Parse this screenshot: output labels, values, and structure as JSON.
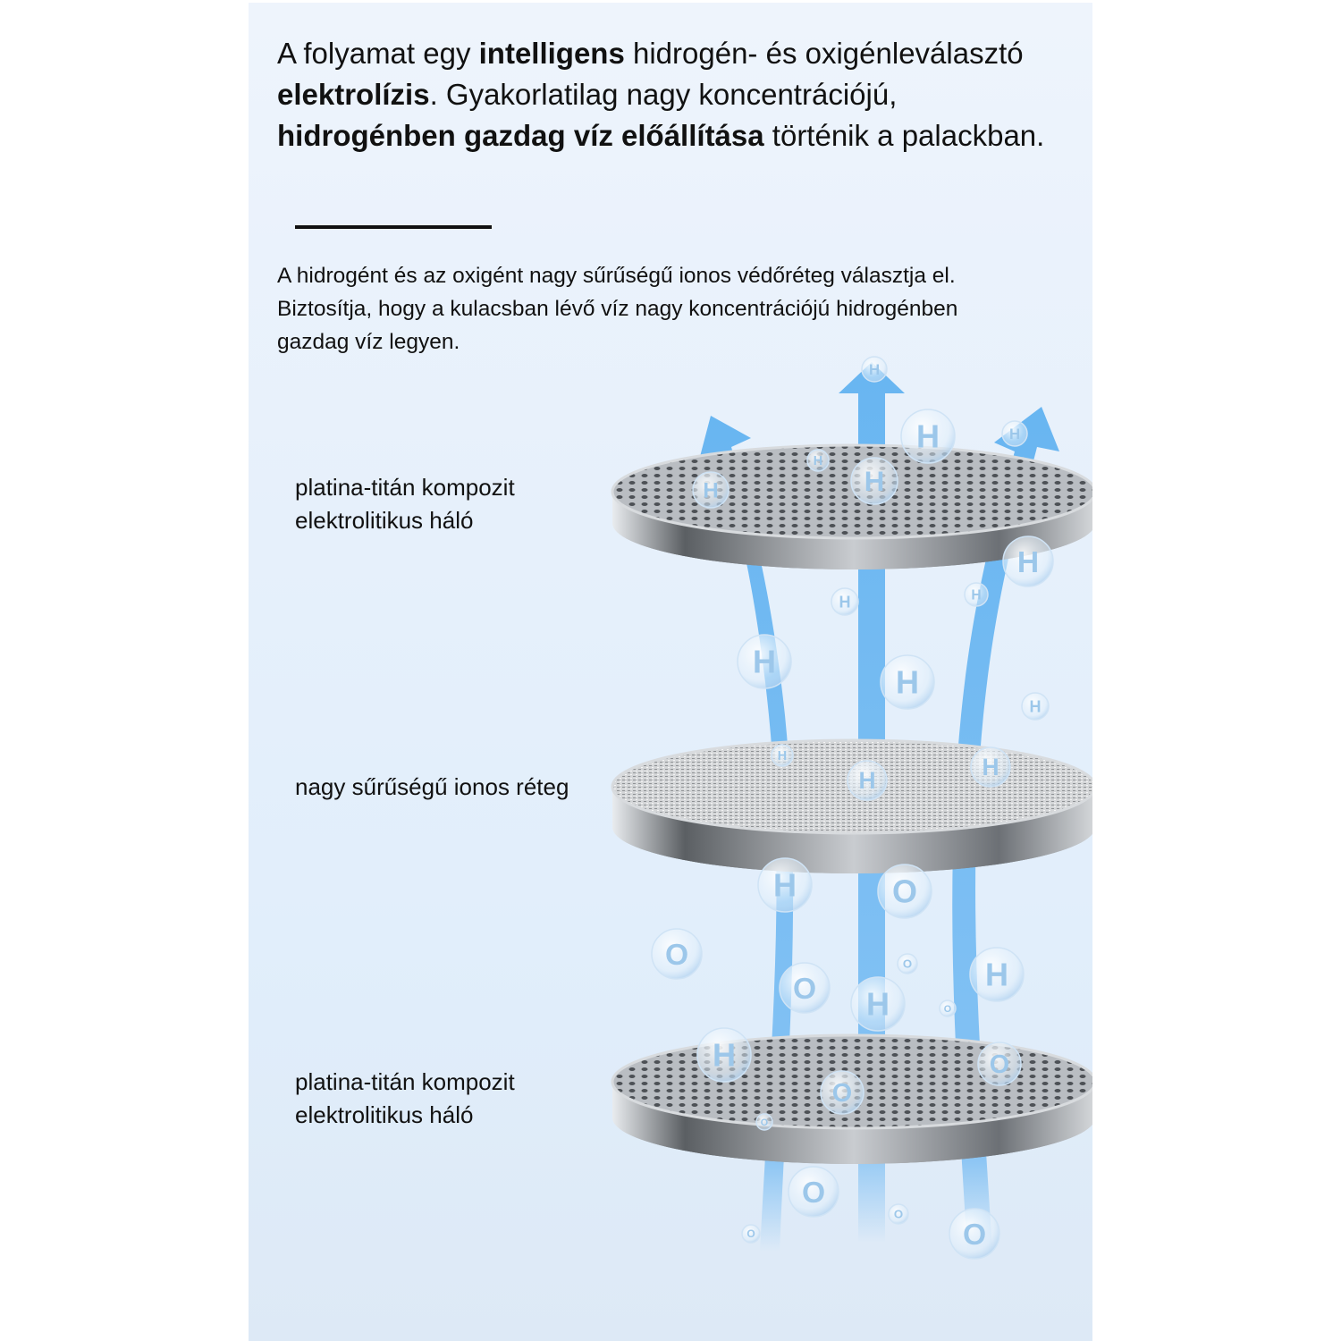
{
  "heading": {
    "t1": "A folyamat egy ",
    "b1": "intelligens",
    "t2": " hidrogén- és oxigénleválasztó ",
    "b2": "elektrolízis",
    "t3": ". Gyakorlatilag nagy koncentrációjú, ",
    "b3": "hidrogénben gazdag víz előállítása",
    "t4": " történik a palackban."
  },
  "description": "A hidrogént és az oxigént nagy sűrűségű ionos védőréteg választja el. Biztosítja, hogy a kulacsban lévő víz nagy koncentrációjú hidrogénben gazdag víz legyen.",
  "layers": [
    {
      "label": "platina-titán kompozit elektrolitikus háló"
    },
    {
      "label": "nagy sűrűségű ionos réteg"
    },
    {
      "label": "platina-titán kompozit elektrolitikus háló"
    }
  ],
  "molecules": {
    "hydrogen": "H",
    "oxygen": "O"
  },
  "colors": {
    "arrow": "#6fb8f2",
    "metal": "#9aa0a6",
    "accent": "#111111"
  }
}
